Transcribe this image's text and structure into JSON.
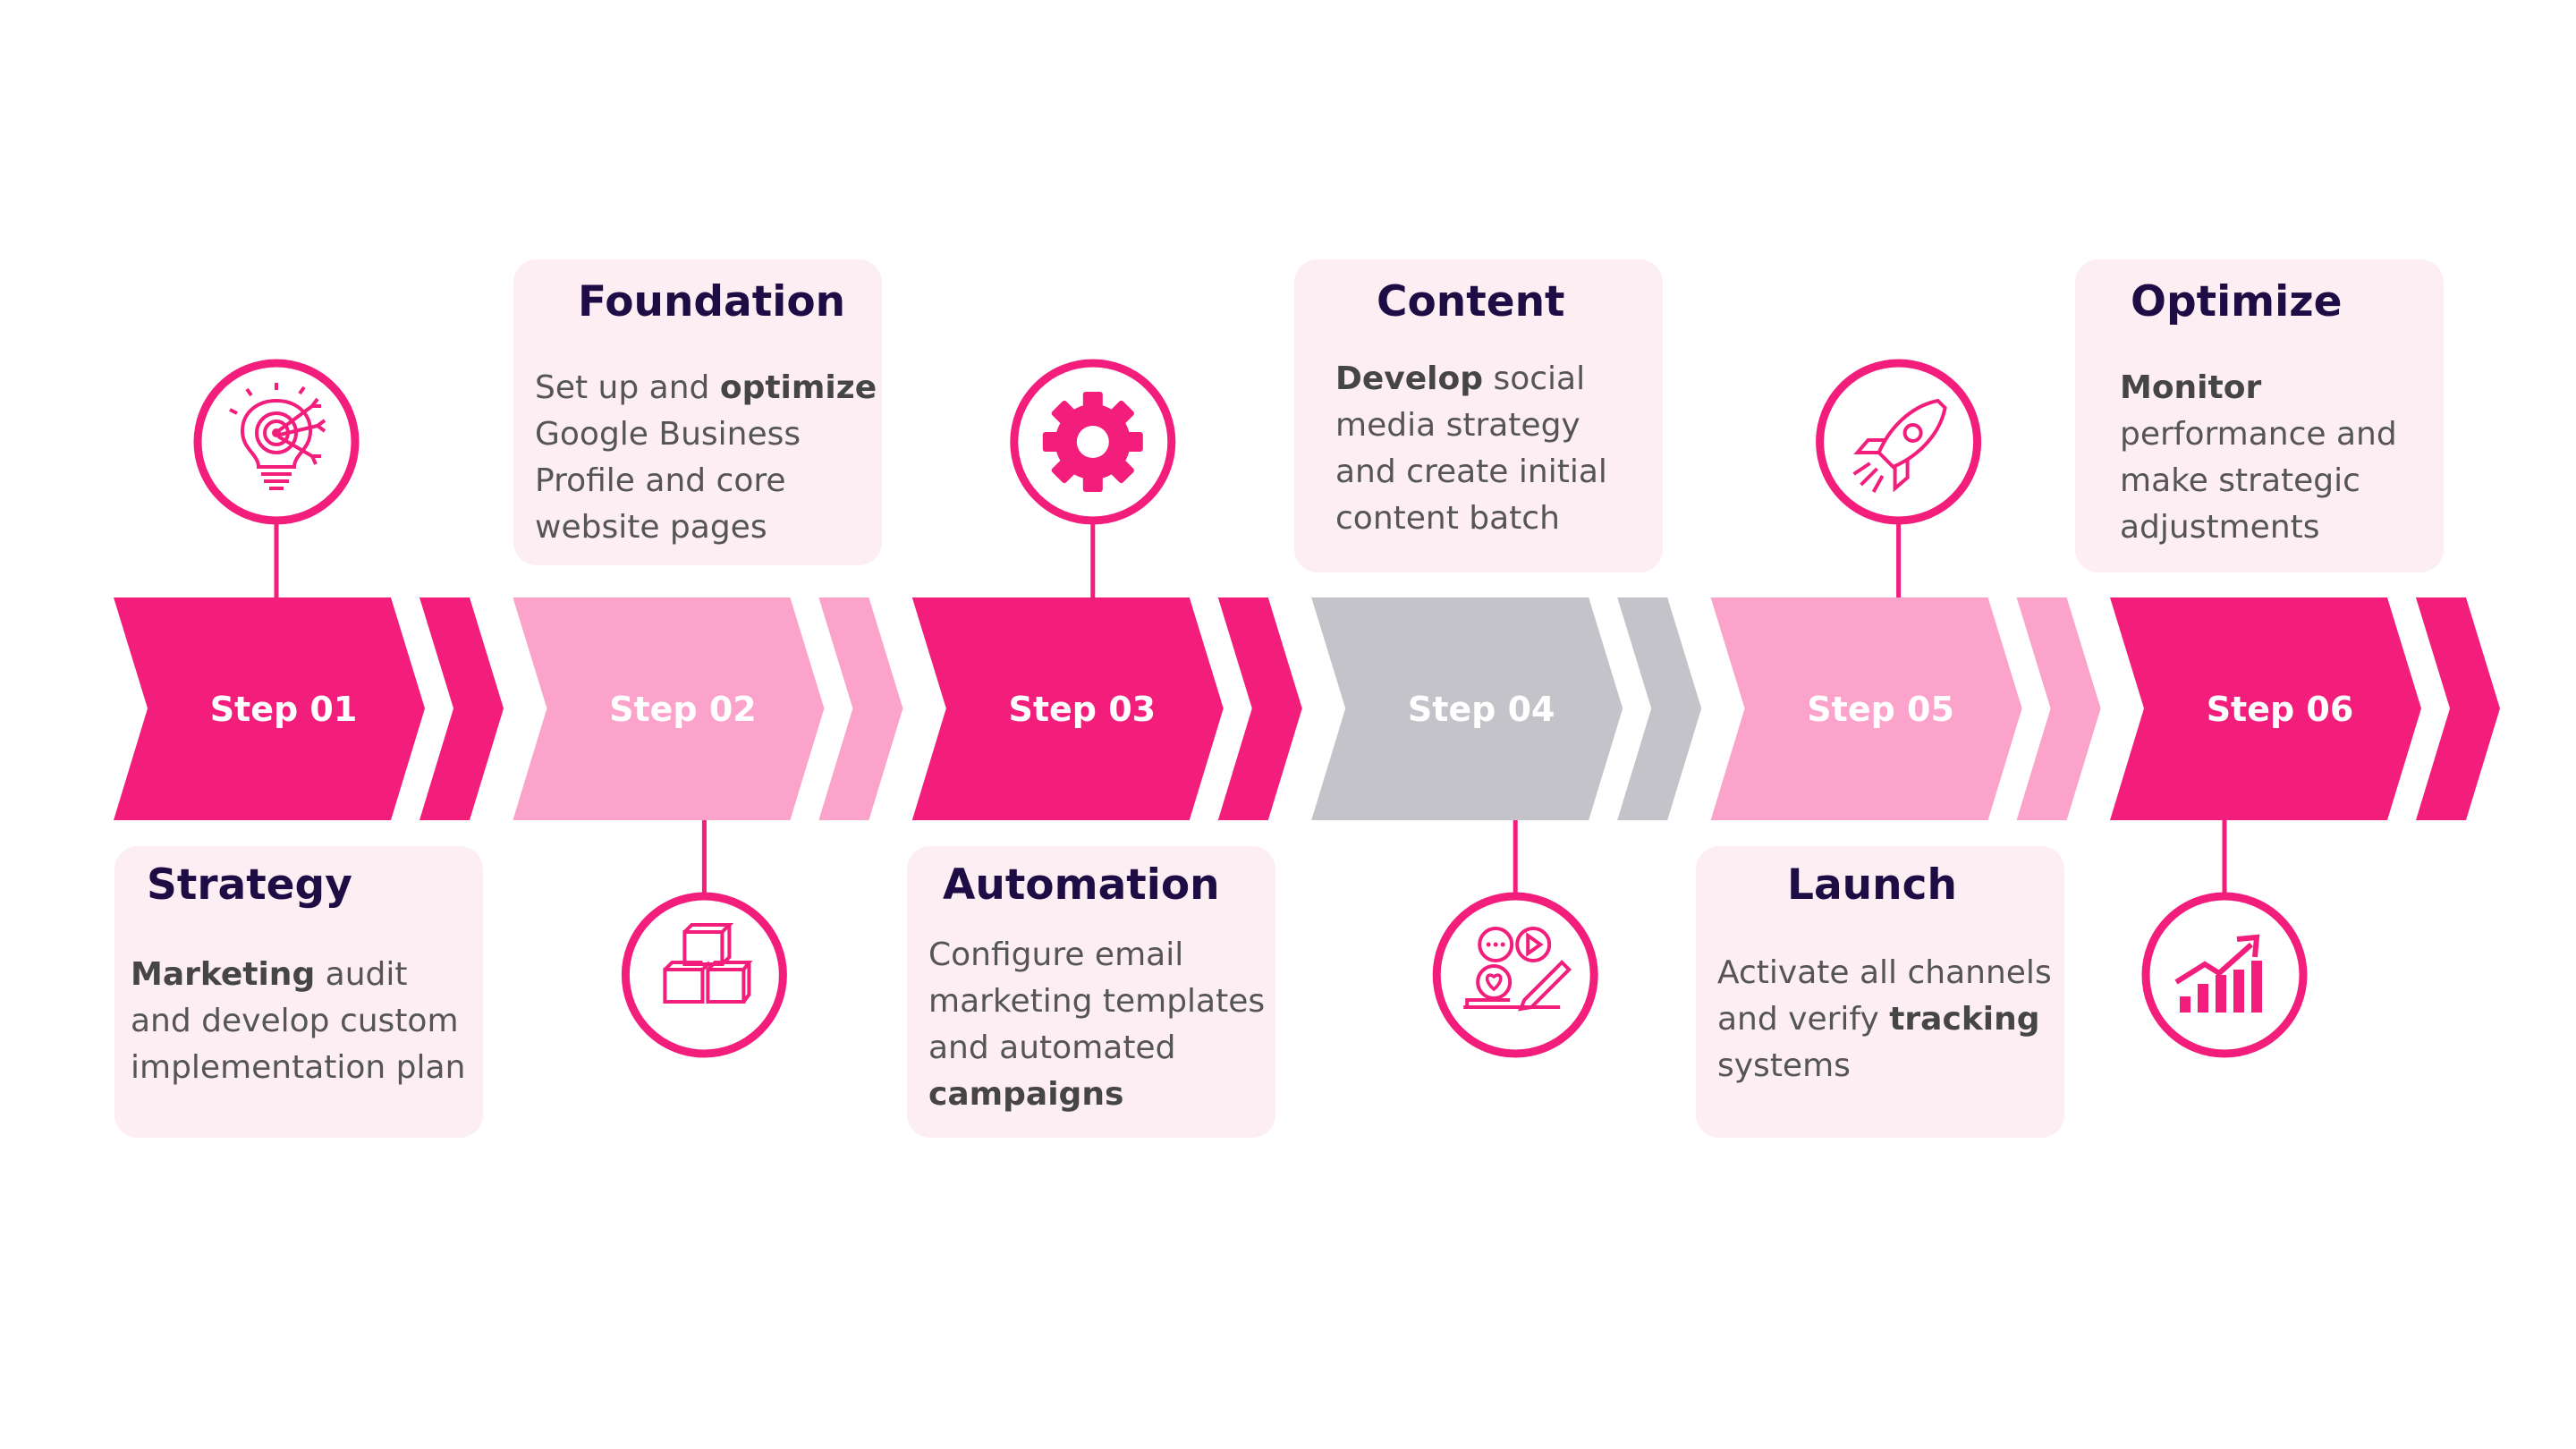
{
  "colors": {
    "magenta": "#f31d7b",
    "light_pink": "#fba3ca",
    "gray": "#c4c3c9",
    "card_bg": "#fdeef4",
    "title": "#1e0c45",
    "text": "#555555"
  },
  "steps": [
    {
      "label": "Step 01",
      "title": "Strategy",
      "desc": [
        {
          "b": "Marketing"
        },
        {
          "t": " audit"
        },
        {
          "br": true
        },
        {
          "t": "and develop custom"
        },
        {
          "br": true
        },
        {
          "t": "implementation plan"
        }
      ],
      "icon": "lightbulb-target-icon",
      "color": "magenta"
    },
    {
      "label": "Step 02",
      "title": "Foundation",
      "desc": [
        {
          "t": "Set up and "
        },
        {
          "b": "optimize"
        },
        {
          "br": true
        },
        {
          "t": "Google Business"
        },
        {
          "br": true
        },
        {
          "t": "Profile and core"
        },
        {
          "br": true
        },
        {
          "t": "website pages"
        }
      ],
      "icon": "cubes-icon",
      "color": "light_pink"
    },
    {
      "label": "Step 03",
      "title": "Automation",
      "desc": [
        {
          "t": "Configure email"
        },
        {
          "br": true
        },
        {
          "t": "marketing templates"
        },
        {
          "br": true
        },
        {
          "t": "and automated"
        },
        {
          "br": true
        },
        {
          "b": "campaigns"
        }
      ],
      "icon": "gear-icon",
      "color": "magenta"
    },
    {
      "label": "Step 04",
      "title": "Content",
      "desc": [
        {
          "b": "Develop"
        },
        {
          "t": " social"
        },
        {
          "br": true
        },
        {
          "t": "media strategy"
        },
        {
          "br": true
        },
        {
          "t": "and create initial"
        },
        {
          "br": true
        },
        {
          "t": "content batch"
        }
      ],
      "icon": "social-media-content-icon",
      "color": "gray"
    },
    {
      "label": "Step 05",
      "title": "Launch",
      "desc": [
        {
          "t": "Activate all channels"
        },
        {
          "br": true
        },
        {
          "t": "and verify "
        },
        {
          "b": "tracking"
        },
        {
          "br": true
        },
        {
          "t": "systems"
        }
      ],
      "icon": "rocket-icon",
      "color": "light_pink"
    },
    {
      "label": "Step 06",
      "title": "Optimize",
      "desc": [
        {
          "b": "Monitor"
        },
        {
          "br": true
        },
        {
          "t": "performance and"
        },
        {
          "br": true
        },
        {
          "t": "make strategic"
        },
        {
          "br": true
        },
        {
          "t": "adjustments"
        }
      ],
      "icon": "growth-chart-icon",
      "color": "magenta"
    }
  ]
}
